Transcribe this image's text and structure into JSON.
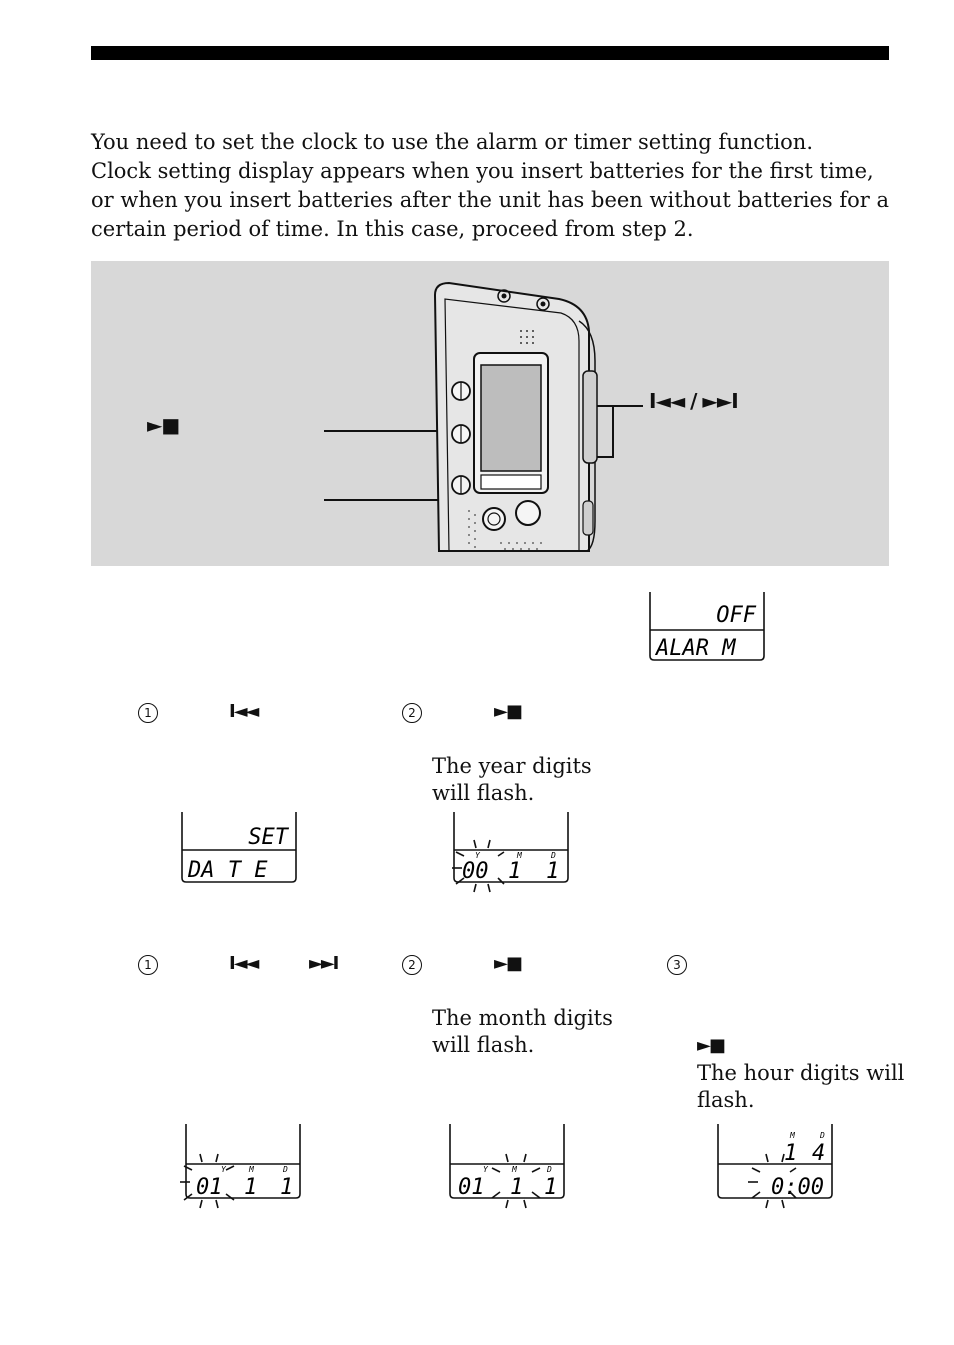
{
  "intro": {
    "line1": "You need to set the clock to use the alarm or timer setting function.",
    "line2": "Clock setting display appears when you insert batteries for the first time,",
    "line3": "or when you insert batteries after the unit has been without batteries for a",
    "line4": "certain period of time. In this case, proceed from step 2."
  },
  "figure": {
    "play_stop_label": "►■",
    "skip_label": "I◄◄ / ►►I"
  },
  "lcd_alarm": {
    "top": "OFF",
    "bottom": "ALAR M"
  },
  "step1": {
    "sub1_num": "1",
    "sub1_button": "I◄◄",
    "sub2_num": "2",
    "sub2_button": "►■",
    "note_line1": "The year digits",
    "note_line2": "will flash.",
    "lcd_set": {
      "top": "SET",
      "bottom": "DA T E"
    },
    "lcd_year": {
      "year": "00",
      "month": "1",
      "day": "1",
      "y": "Y",
      "m": "M",
      "d": "D"
    }
  },
  "step2": {
    "sub1_num": "1",
    "sub1_button_a": "I◄◄",
    "sub1_button_b": "►►I",
    "sub2_num": "2",
    "sub2_button": "►■",
    "sub3_num": "3",
    "sub3_button": "►■",
    "note_month_line1": "The month digits",
    "note_month_line2": "will flash.",
    "note_hour_line1": "The hour digits will",
    "note_hour_line2": "flash.",
    "lcd_a": {
      "year": "01",
      "month": "1",
      "day": "1",
      "y": "Y",
      "m": "M",
      "d": "D"
    },
    "lcd_b": {
      "year": "01",
      "month": "1",
      "day": "1",
      "y": "Y",
      "m": "M",
      "d": "D"
    },
    "lcd_c": {
      "top_month": "1",
      "top_day": "4",
      "m": "M",
      "d": "D",
      "time": "0:00"
    }
  }
}
